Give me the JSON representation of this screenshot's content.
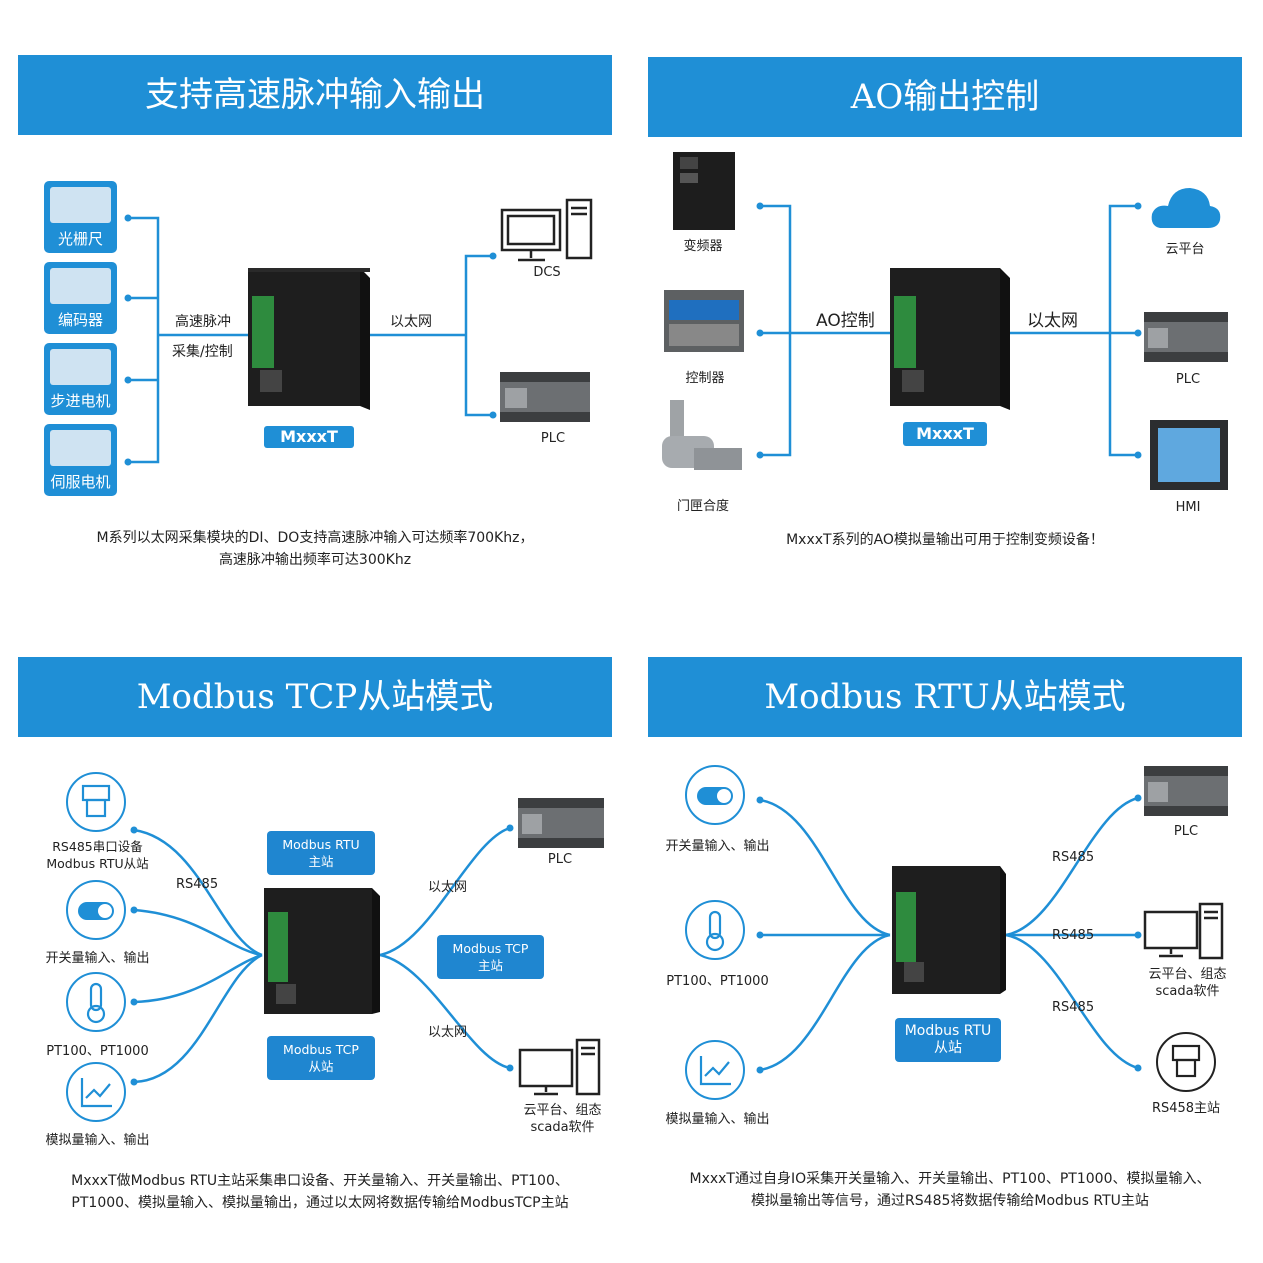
{
  "panels": {
    "p1": {
      "title": "支持高速脉冲输入输出",
      "inputs": [
        "光栅尺",
        "编码器",
        "步进电机",
        "伺服电机"
      ],
      "link_left": [
        "高速脉冲",
        "采集/控制"
      ],
      "link_right": "以太网",
      "device": "MxxxT",
      "outputs": [
        "DCS",
        "PLC"
      ],
      "caption": [
        "M系列以太网采集模块的DI、DO支持高速脉冲输入可达频率700Khz，",
        "高速脉冲输出频率可达300Khz"
      ]
    },
    "p2": {
      "title": "AO输出控制",
      "inputs": [
        "变频器",
        "控制器",
        "门匣合度"
      ],
      "link_left": "AO控制",
      "link_right": "以太网",
      "device": "MxxxT",
      "outputs": [
        "云平台",
        "PLC",
        "HMI"
      ],
      "caption": "MxxxT系列的AO模拟量输出可用于控制变频设备！"
    },
    "p3": {
      "title": "Modbus  TCP从站模式",
      "inputs": [
        [
          "RS485串口设备",
          "Modbus RTU从站"
        ],
        [
          "开关量输入、输出"
        ],
        [
          "PT100、PT1000"
        ],
        [
          "模拟量输入、输出"
        ]
      ],
      "rs485": "RS485",
      "tag_rtu_master": [
        "Modbus RTU",
        "主站"
      ],
      "tag_tcp_slave": [
        "Modbus TCP",
        "从站"
      ],
      "tag_tcp_master": [
        "Modbus TCP",
        "主站"
      ],
      "eth": [
        "以太网",
        "以太网"
      ],
      "outputs": [
        [
          "PLC"
        ],
        [
          "云平台、组态",
          "scada软件"
        ]
      ],
      "caption": [
        "MxxxT做Modbus RTU主站采集串口设备、开关量输入、开关量输出、PT100、",
        "PT1000、模拟量输入、模拟量输出，通过以太网将数据传输给ModbusTCP主站"
      ]
    },
    "p4": {
      "title": "Modbus  RTU从站模式",
      "inputs": [
        [
          "开关量输入、输出"
        ],
        [
          "PT100、PT1000"
        ],
        [
          "模拟量输入、输出"
        ]
      ],
      "tag": [
        "Modbus RTU",
        "从站"
      ],
      "rs485": [
        "RS485",
        "RS485",
        "RS485"
      ],
      "outputs": [
        [
          "PLC"
        ],
        [
          "云平台、组态",
          "scada软件"
        ],
        [
          "RS458主站"
        ]
      ],
      "caption": [
        "MxxxT通过自身IO采集开关量输入、开关量输出、PT100、PT1000、模拟量输入、",
        "模拟量输出等信号，通过RS485将数据传输给Modbus RTU主站"
      ]
    }
  },
  "colors": {
    "accent": "#1f8fd6",
    "module": "#1e1e1e",
    "terminal": "#2e8b3e"
  }
}
